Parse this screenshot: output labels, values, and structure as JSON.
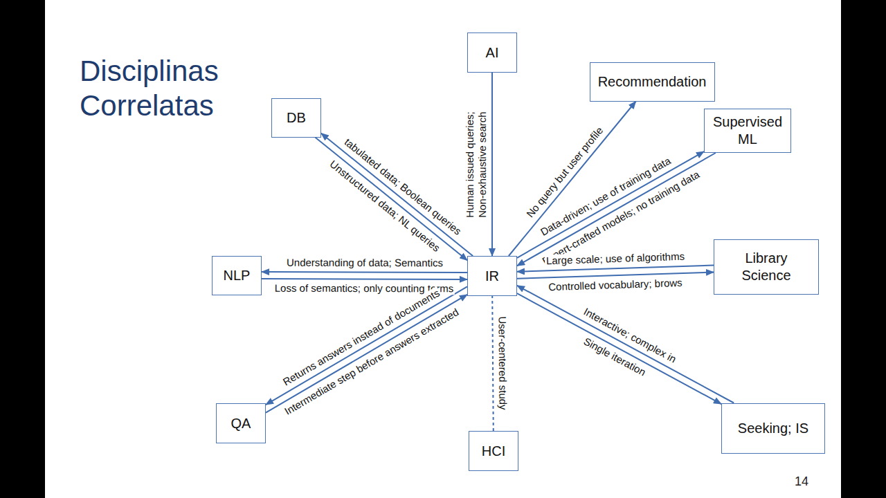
{
  "diagram": {
    "title": "Disciplinas Correlatas",
    "nodes": [
      {
        "text": [
          "AI"
        ]
      },
      {
        "text": [
          "Recommendation"
        ]
      },
      {
        "text": [
          "DB"
        ]
      },
      {
        "text": [
          "Supervised ML"
        ]
      },
      {
        "text": [
          "NLP"
        ]
      },
      {
        "text": [
          "IR"
        ]
      },
      {
        "text": [
          "Library Science"
        ]
      },
      {
        "text": [
          "QA"
        ]
      },
      {
        "text": [
          "HCI"
        ]
      },
      {
        "text": [
          "Seeking; IS"
        ]
      }
    ],
    "edges": [
      {
        "from": 5,
        "to": 2,
        "label": "tabulated data; Boolean queries",
        "arrow": "to"
      },
      {
        "from": 2,
        "to": 5,
        "label": "Unstructured data; NL queries",
        "arrow": "to"
      },
      {
        "from": 0,
        "to": 5,
        "label": "Human issued queries; Non-exhaustive search",
        "arrow": "to"
      },
      {
        "from": 5,
        "to": 1,
        "label": "No query but user profile",
        "arrow": "to"
      },
      {
        "from": 5,
        "to": 3,
        "label": "Data-driven; use of training data",
        "arrow": "to"
      },
      {
        "from": 3,
        "to": 5,
        "label": "Expert-crafted models; no training data",
        "arrow": "to"
      },
      {
        "from": 5,
        "to": 4,
        "label": "Understanding of data; Semantics",
        "arrow": "to"
      },
      {
        "from": 4,
        "to": 5,
        "label": "Loss of semantics; only counting terms",
        "arrow": "to"
      },
      {
        "from": 6,
        "to": 5,
        "label": "Large scale; use of algorithms",
        "arrow": "to"
      },
      {
        "from": 5,
        "to": 6,
        "label": "Controlled vocabulary; brows",
        "arrow": "to"
      },
      {
        "from": 9,
        "to": 5,
        "label": "Interactive; complex in",
        "arrow": "to"
      },
      {
        "from": 5,
        "to": 9,
        "label": "Single iteration",
        "arrow": "to"
      },
      {
        "from": 5,
        "to": 7,
        "label": "Returns answers instead of documents",
        "arrow": "to"
      },
      {
        "from": 7,
        "to": 5,
        "label": "Intermediate step before answers extracted",
        "arrow": "to"
      },
      {
        "from": 8,
        "to": 5,
        "label": "User-centered study",
        "arrow": "none"
      }
    ],
    "labels": [
      "14"
    ]
  }
}
